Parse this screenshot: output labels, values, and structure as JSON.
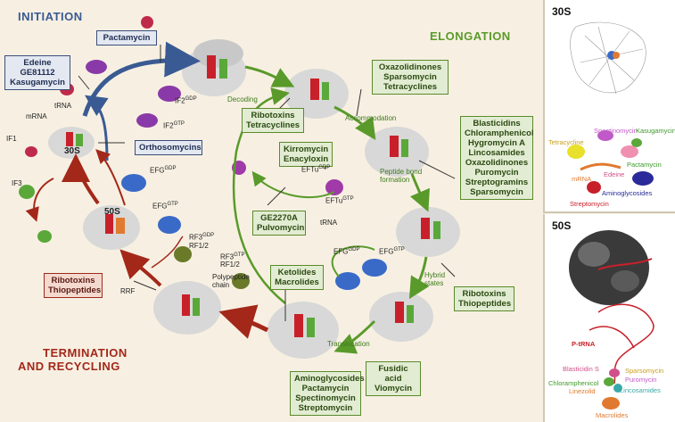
{
  "titles": {
    "initiation": "INITIATION",
    "elongation": "ELONGATION",
    "termination": "TERMINATION",
    "recycling": "AND RECYCLING"
  },
  "boxes": {
    "pactamycin": [
      "Pactamycin"
    ],
    "edeine": [
      "Edeine",
      "GE81112",
      "Kasugamycin"
    ],
    "orthosomycins": [
      "Orthosomycins"
    ],
    "ribotoxins_tetracyclines": [
      "Ribotoxins",
      "Tetracyclines"
    ],
    "oxazolidinones": [
      "Oxazolidinones",
      "Sparsomycin",
      "Tetracyclines"
    ],
    "kirromycin": [
      "Kirromycin",
      "Enacyloxin"
    ],
    "ge2270a": [
      "GE2270A",
      "Pulvomycin"
    ],
    "blasticidins": [
      "Blasticidins",
      "Chloramphenicol",
      "Hygromycin A",
      "Lincosamides",
      "Oxazolidinones",
      "Puromycin",
      "Streptogramins",
      "Sparsomycin"
    ],
    "ribotoxins_thiopeptides_right": [
      "Ribotoxins",
      "Thiopeptides"
    ],
    "ketolides": [
      "Ketolides",
      "Macrolides"
    ],
    "ribotoxins_thiopeptides_left": [
      "Ribotoxins",
      "Thiopeptides"
    ],
    "aminoglycosides": [
      "Aminoglycosides",
      "Pactamycin",
      "Spectinomycin",
      "Streptomycin"
    ],
    "fusidic": [
      "Fusidic acid",
      "Viomycin"
    ]
  },
  "labels": {
    "trna": "tRNA",
    "mrna": "mRNA",
    "if1": "IF1",
    "if3": "IF3",
    "s30": "30S",
    "s50": "50S",
    "if2gdp": "IF2",
    "if2gdp_sup": "GDP",
    "if2gtp": "IF2",
    "if2gtp_sup": "GTP",
    "efg_gdp": "EFG",
    "efg_gdp_sup": "GDP",
    "efg_gtp": "EFG",
    "efg_gtp_sup": "GTP",
    "rf3gdp": "RF3",
    "rf3gdp_sup": "GDP",
    "rf12": "RF1/2",
    "rf3gtp": "RF3",
    "rf3gtp_sup": "GTP",
    "rf12b": "RF1/2",
    "polypeptide": "Polypeptide",
    "chain": "chain",
    "rrf": "RRF",
    "decoding": "Decoding",
    "accommodation": "Accommodation",
    "eftu_gdp": "EFTu",
    "eftu_gdp_sup": "GDP",
    "eftu_gtp": "EFTu",
    "eftu_gtp_sup": "GTP",
    "trna2": "tRNA",
    "peptide_bond": "Peptide bond",
    "formation": "formation",
    "efg_gdp2": "EFG",
    "efg_gdp2_sup": "GDP",
    "efg_gtp2": "EFG",
    "efg_gtp2_sup": "GTP",
    "hybrid": "Hybrid",
    "states": "states",
    "translocation": "Translocation"
  },
  "panel30": {
    "title": "30S",
    "labels": [
      "Spectinomycin",
      "Kasugamycin",
      "Tetracycline",
      "Pactamycin",
      "Edeine",
      "mRNA",
      "Aminoglycosides",
      "Streptomycin"
    ]
  },
  "panel50": {
    "title": "50S",
    "labels": [
      "P-tRNA",
      "Blasticidin S",
      "Sparsomycin",
      "Puromycin",
      "Chloramphenicol",
      "Lincosamides",
      "Linezolid",
      "Macrolides"
    ]
  },
  "colors": {
    "initiation": "#3a5a93",
    "elongation": "#5a9a2a",
    "termination": "#a3281a"
  }
}
